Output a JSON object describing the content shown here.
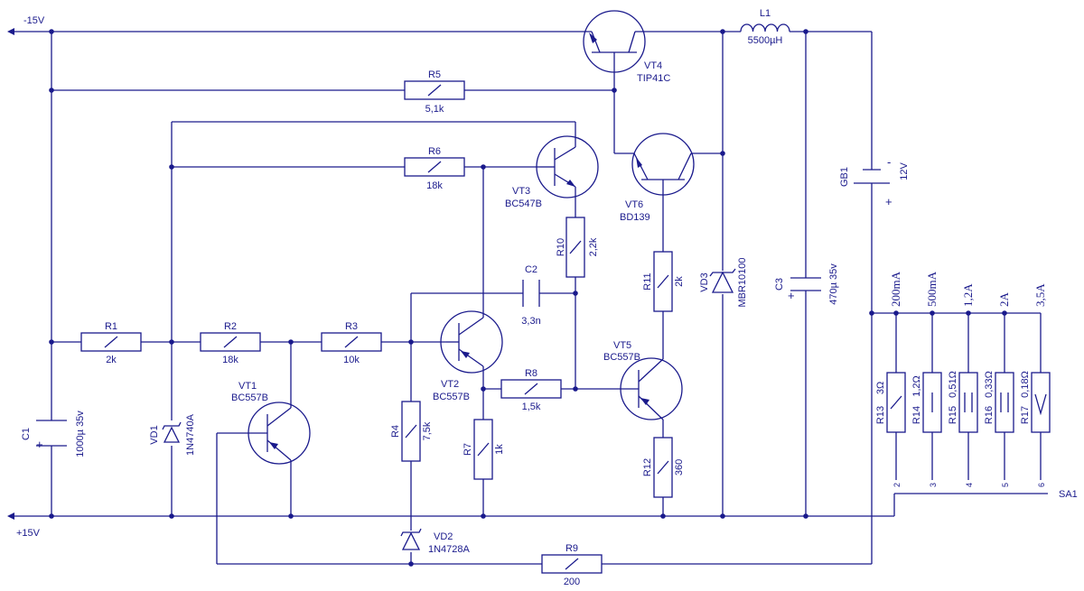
{
  "rails": {
    "neg": "-15V",
    "pos": "+15V"
  },
  "components": {
    "R1": {
      "name": "R1",
      "value": "2k"
    },
    "R2": {
      "name": "R2",
      "value": "18k"
    },
    "R3": {
      "name": "R3",
      "value": "10k"
    },
    "R4": {
      "name": "R4",
      "value": "7,5k"
    },
    "R5": {
      "name": "R5",
      "value": "5,1k"
    },
    "R6": {
      "name": "R6",
      "value": "18k"
    },
    "R7": {
      "name": "R7",
      "value": "1k"
    },
    "R8": {
      "name": "R8",
      "value": "1,5k"
    },
    "R9": {
      "name": "R9",
      "value": "200"
    },
    "R10": {
      "name": "R10",
      "value": "2,2k"
    },
    "R11": {
      "name": "R11",
      "value": "2k"
    },
    "R12": {
      "name": "R12",
      "value": "360"
    },
    "R13": {
      "name": "R13",
      "value": "3Ω"
    },
    "R14": {
      "name": "R14",
      "value": "1,2Ω"
    },
    "R15": {
      "name": "R15",
      "value": "0,51Ω"
    },
    "R16": {
      "name": "R16",
      "value": "0,33Ω"
    },
    "R17": {
      "name": "R17",
      "value": "0,18Ω"
    },
    "C1": {
      "name": "C1",
      "value": "1000µ 35v"
    },
    "C2": {
      "name": "C2",
      "value": "3,3n"
    },
    "C3": {
      "name": "C3",
      "value": "470µ 35v"
    },
    "L1": {
      "name": "L1",
      "value": "5500µH"
    },
    "GB1": {
      "name": "GB1",
      "value": "12V"
    },
    "VD1": {
      "name": "VD1",
      "value": "1N4740A"
    },
    "VD2": {
      "name": "VD2",
      "value": "1N4728A"
    },
    "VD3": {
      "name": "VD3",
      "value": "MBR10100"
    },
    "VT1": {
      "name": "VT1",
      "value": "BC557B"
    },
    "VT2": {
      "name": "VT2",
      "value": "BC557B"
    },
    "VT3": {
      "name": "VT3",
      "value": "BC547B"
    },
    "VT4": {
      "name": "VT4",
      "value": "TIP41C"
    },
    "VT5": {
      "name": "VT5",
      "value": "BC557B"
    },
    "VT6": {
      "name": "VT6",
      "value": "BD139"
    }
  },
  "switch": {
    "name": "SA1",
    "pins": [
      "2",
      "3",
      "4",
      "5",
      "6"
    ],
    "ranges": [
      "200mA",
      "500mA",
      "1,2A",
      "2A",
      "3,5A"
    ]
  },
  "polarity": {
    "minus": "-",
    "plus": "+"
  }
}
